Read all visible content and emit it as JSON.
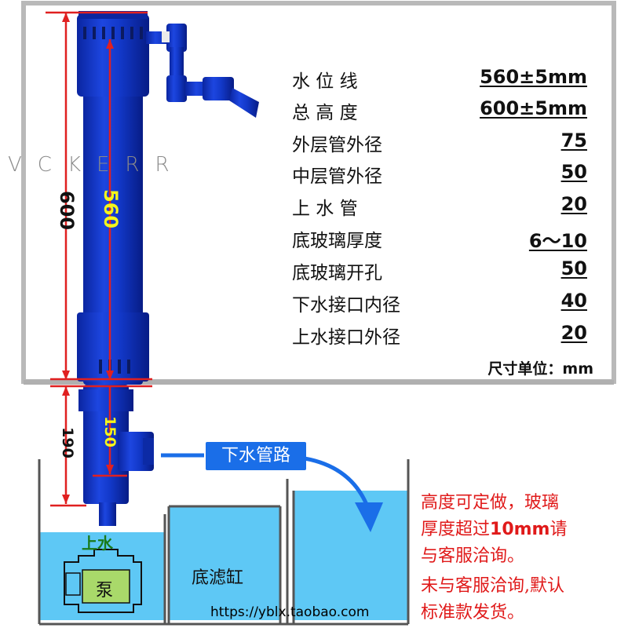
{
  "watermark": "VCKERR",
  "dimensions": {
    "total_height": "600",
    "water_level": "560",
    "bottom_section": "190",
    "inner_bottom": "150"
  },
  "specs": [
    {
      "label": "水  位  线",
      "value": "560±5mm"
    },
    {
      "label": "总  高  度",
      "value": "600±5mm"
    },
    {
      "label": "外层管外径",
      "value": "75"
    },
    {
      "label": "中层管外径",
      "value": "50"
    },
    {
      "label": "上  水  管",
      "value": "20"
    },
    {
      "label": "底玻璃厚度",
      "value": "6～10"
    },
    {
      "label": "底玻璃开孔",
      "value": "50"
    },
    {
      "label": "下水接口内径",
      "value": "40"
    },
    {
      "label": "上水接口外径",
      "value": "20"
    }
  ],
  "unit_note": "尺寸单位：mm",
  "drain_label": "下水管路",
  "tank": {
    "inlet_label": "上水",
    "pump_label": "泵",
    "sump_label": "底滤缸"
  },
  "notes": {
    "line1": "高度可定做，玻璃",
    "line2_a": "厚度超过",
    "line2_b": "10mm",
    "line2_c": "请",
    "line3": "与客服洽询。",
    "line4": "未与客服洽询,默认",
    "line5": "标准款发货。"
  },
  "url": "https://yblx.taobao.com",
  "colors": {
    "pipe_blue": "#1336c9",
    "water": "#5ec8f5",
    "dimension_red": "#e02020",
    "label_yellow": "#f5f51a",
    "note_red": "#e01a1a",
    "arrow_blue": "#1a6ee8"
  }
}
